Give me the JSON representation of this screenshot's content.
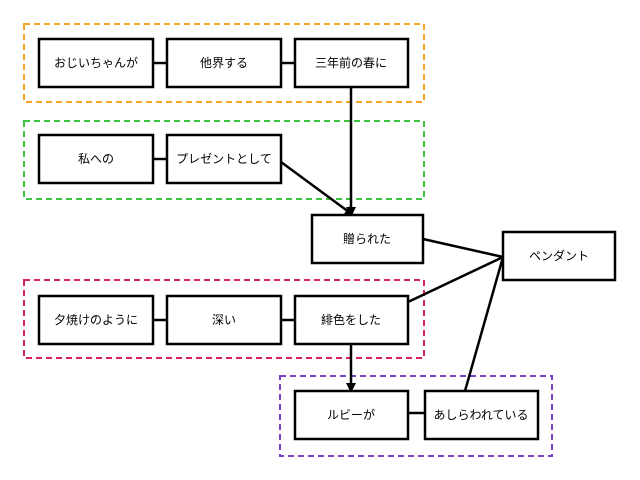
{
  "groups": [
    {
      "id": "g1",
      "color": "#f5a623"
    },
    {
      "id": "g2",
      "color": "#3ec43e"
    },
    {
      "id": "g3",
      "color": "#d6245a"
    },
    {
      "id": "g4",
      "color": "#7a3fc9"
    }
  ],
  "nodes": [
    {
      "id": "n1",
      "label": "おじいちゃんが"
    },
    {
      "id": "n2",
      "label": "他界する"
    },
    {
      "id": "n3",
      "label": "三年前の春に"
    },
    {
      "id": "n4",
      "label": "私への"
    },
    {
      "id": "n5",
      "label": "プレゼントとして"
    },
    {
      "id": "n6",
      "label": "贈られた"
    },
    {
      "id": "n7",
      "label": "ペンダント"
    },
    {
      "id": "n8",
      "label": "夕焼けのように"
    },
    {
      "id": "n9",
      "label": "深い"
    },
    {
      "id": "n10",
      "label": "緋色をした"
    },
    {
      "id": "n11",
      "label": "ルビーが"
    },
    {
      "id": "n12",
      "label": "あしらわれている"
    }
  ]
}
